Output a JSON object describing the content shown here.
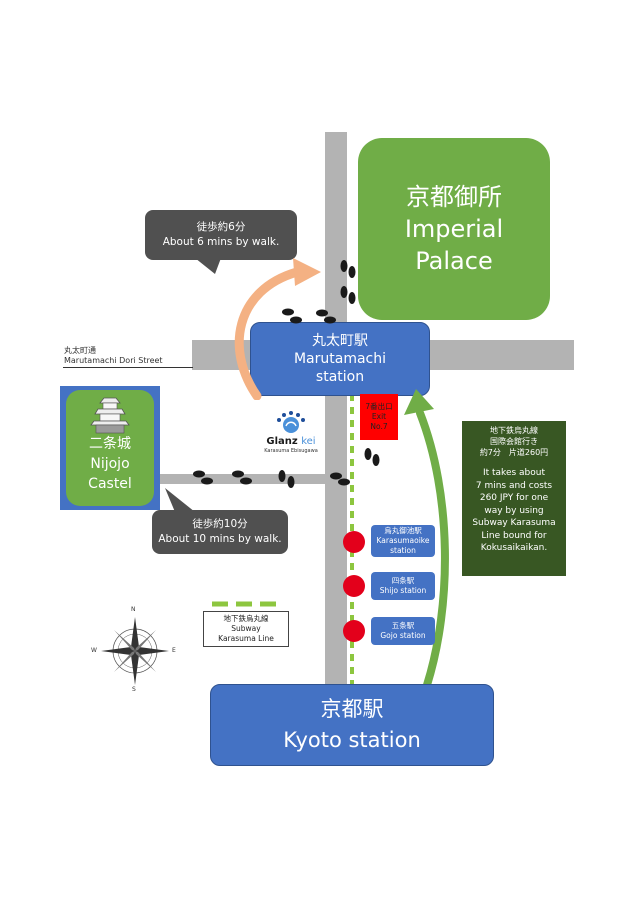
{
  "street": {
    "label_jp": "丸太町通",
    "label_en": "Marutamachi Dori Street"
  },
  "imperial_palace": {
    "jp": "京都御所",
    "en1": "Imperial",
    "en2": "Palace"
  },
  "marutamachi_station": {
    "jp": "丸太町駅",
    "en1": "Marutamachi",
    "en2": "station"
  },
  "nijojo": {
    "jp": "二条城",
    "en1": "Nijojo",
    "en2": "Castel"
  },
  "kyoto_station": {
    "jp": "京都駅",
    "en": "Kyoto station"
  },
  "walk_6": {
    "jp": "徒歩約6分",
    "en": "About 6 mins by walk."
  },
  "walk_10": {
    "jp": "徒歩約10分",
    "en": "About 10 mins by walk."
  },
  "exit": {
    "jp": "7番出口",
    "en1": "Exit",
    "en2": "No.7"
  },
  "hotel_logo": {
    "name": "Glanz",
    "suffix": "kei",
    "sub": "Karasuma Ebisugawa"
  },
  "stations": [
    {
      "jp": "烏丸御池駅",
      "en": "Karasumaoike station"
    },
    {
      "jp": "四条駅",
      "en": "Shijo station"
    },
    {
      "jp": "五条駅",
      "en": "Gojo station"
    }
  ],
  "legend": {
    "jp": "地下鉄烏丸線",
    "en1": "Subway",
    "en2": "Karasuma Line"
  },
  "subway_note": {
    "jp1": "地下鉄烏丸線",
    "jp2": "国際会館行き",
    "jp3": "約7分　片道260円",
    "en": [
      "It takes about",
      "7 mins and costs",
      "260 JPY for one",
      "way by using",
      "Subway Karasuma",
      "Line bound for",
      "Kokusaikaikan."
    ]
  },
  "compass": {
    "n": "N",
    "e": "E",
    "s": "S",
    "w": "W"
  },
  "colors": {
    "road": "#b3b3b3",
    "blue": "#4472c4",
    "green": "#70ad47",
    "dark_green": "#385723",
    "red": "#e3001b",
    "orange": "#f4b183"
  }
}
